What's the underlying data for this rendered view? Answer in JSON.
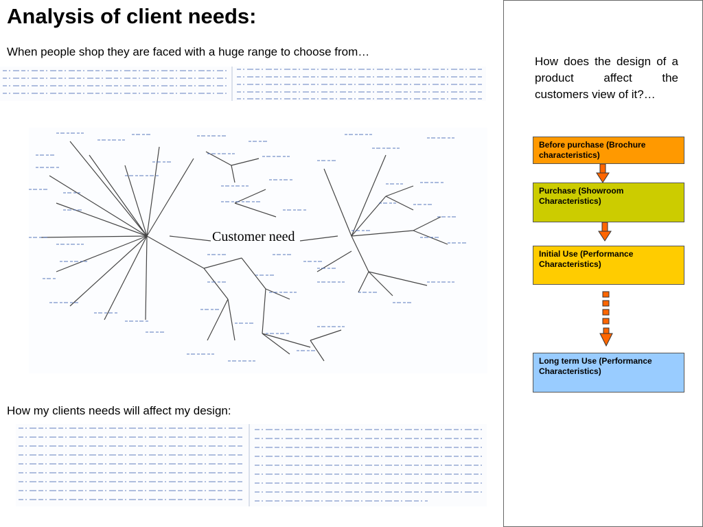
{
  "slide": {
    "title": "Analysis of client needs:",
    "subtitle_top": "When people shop they are faced with a huge range to choose from…",
    "subtitle_bottom": "How my clients needs will affect my design:",
    "mindmap_center": "Customer need"
  },
  "sidebar": {
    "question": "How does the design of a product affect the customers view of it?…",
    "steps": [
      {
        "label": "Before purchase (Brochure characteristics)",
        "color": "#ff9900"
      },
      {
        "label": "Purchase (Showroom Characteristics)",
        "color": "#cccc00"
      },
      {
        "label": "Initial Use (Performance Characteristics)",
        "color": "#ffcc00"
      },
      {
        "label": "Long term Use (Performance Characteristics)",
        "color": "#99ccff"
      }
    ],
    "arrow_color": "#ff6600"
  }
}
